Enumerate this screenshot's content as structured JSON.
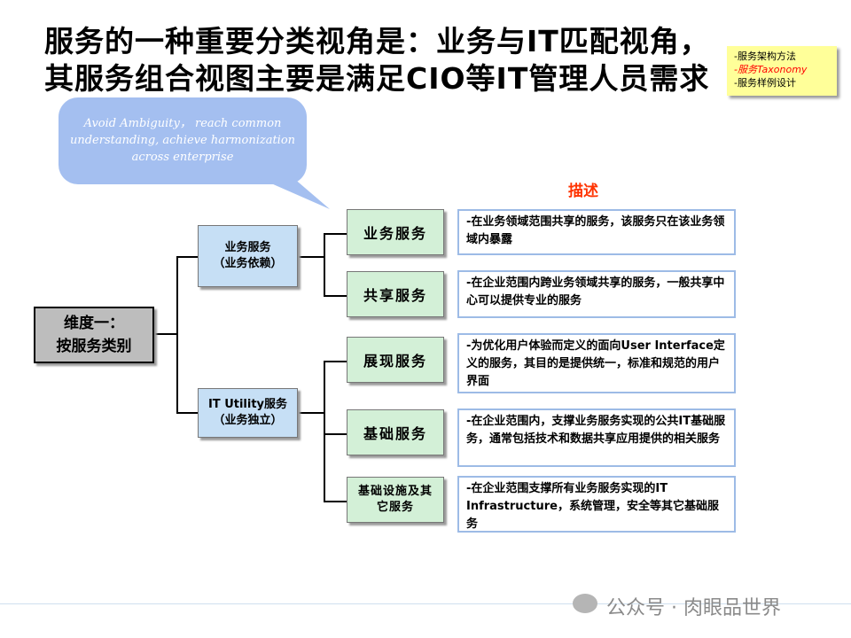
{
  "title": {
    "line1": "服务的一种重要分类视角是：业务与IT匹配视角，",
    "line2": "其服务组合视图主要是满足CIO等IT管理人员需求"
  },
  "note": {
    "items": [
      "-服务架构方法",
      "-服务Taxonomy",
      "-服务样例设计"
    ]
  },
  "bubble": {
    "text": "Avoid Ambiguity， reach common understanding, achieve harmonization across enterprise"
  },
  "description_header": "描述",
  "dimension": {
    "line1": "维度一：",
    "line2": "按服务类别"
  },
  "categories": [
    {
      "line1": "业务服务",
      "line2": "（业务依赖）"
    },
    {
      "line1": "IT Utility服务",
      "line2": "（业务独立）"
    }
  ],
  "services": [
    {
      "label": "业务服务",
      "description": "-在业务领域范围共享的服务，该服务只在该业务领域内暴露"
    },
    {
      "label": "共享服务",
      "description": "-在企业范围内跨业务领域共享的服务，一般共享中心可以提供专业的服务"
    },
    {
      "label": "展现服务",
      "description": "-为优化用户体验而定义的面向User Interface定义的服务，其目的是提供统一，标准和规范的用户界面"
    },
    {
      "label": "基础服务",
      "description": "-在企业范围内，支撑业务服务实现的公共IT基础服务，通常包括技术和数据共享应用提供的相关服务"
    },
    {
      "label": "基础设施及其它服务",
      "description": "-在企业范围支撑所有业务服务实现的IT Infrastructure，系统管理，安全等其它基础服务"
    }
  ],
  "watermark": "公众号 · 肉眼品世界",
  "colors": {
    "note_bg": "#ffff99",
    "highlight": "#ff0000",
    "bubble_bg": "#a4bff0",
    "category_bg": "#c6dff5",
    "service_bg": "#d3f0d7",
    "dimension_bg": "#bdbdbd",
    "description_border": "#9dbbe6",
    "header_red": "#ff3300"
  }
}
